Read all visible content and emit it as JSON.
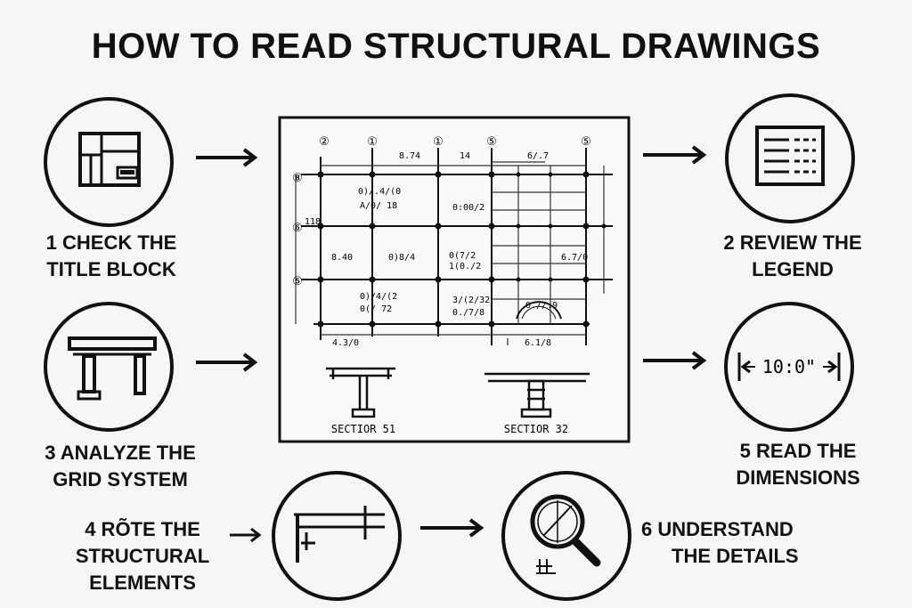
{
  "title": "HOW TO READ STRUCTURAL DRAWINGS",
  "steps": [
    {
      "line1": "1 CHECK THE",
      "line2": "TITLE BLOCK",
      "icon": "title-block-icon"
    },
    {
      "line1": "2 REVIEW THE",
      "line2": "LEGEND",
      "icon": "legend-icon"
    },
    {
      "line1": "3 ANALYZE THE",
      "line2": "GRID SYSTEM",
      "icon": "beam-column-icon"
    },
    {
      "line1": "4  RÕTE THE",
      "line2": "STRUCTURAL",
      "line3": "ELEMENTS",
      "icon": "structural-elements-icon"
    },
    {
      "line1": "5 READ THE",
      "line2": "DIMENSIONS",
      "icon": "dimension-icon",
      "dimension_text": "10:0\""
    },
    {
      "line1": "6   UNDERSTAND",
      "line2": "THE DETAILS",
      "icon": "magnifier-icon"
    }
  ],
  "drawing": {
    "grid_bubbles_top": [
      "②",
      "①",
      "①",
      "⑤",
      "⑤"
    ],
    "grid_bubbles_left": [
      "⑧",
      "⑥",
      "⑤"
    ],
    "top_dims": [
      "8.74",
      "14",
      "6/.7"
    ],
    "cell_notes": [
      "0)/.4/(0",
      "A/0/ 18",
      "118",
      "8.40",
      "0)8/4",
      "0)/4/(2",
      "0(/ 72",
      "0(7/2",
      "1(0./2",
      "0:00/2",
      "3/(2/32",
      "6.7/0",
      "0./7/8",
      "0.//.9"
    ],
    "bottom_dims": [
      "4.3/0",
      "6.1/8"
    ],
    "sections": [
      "SECTIOR 51",
      "SECTIOR  32"
    ]
  }
}
